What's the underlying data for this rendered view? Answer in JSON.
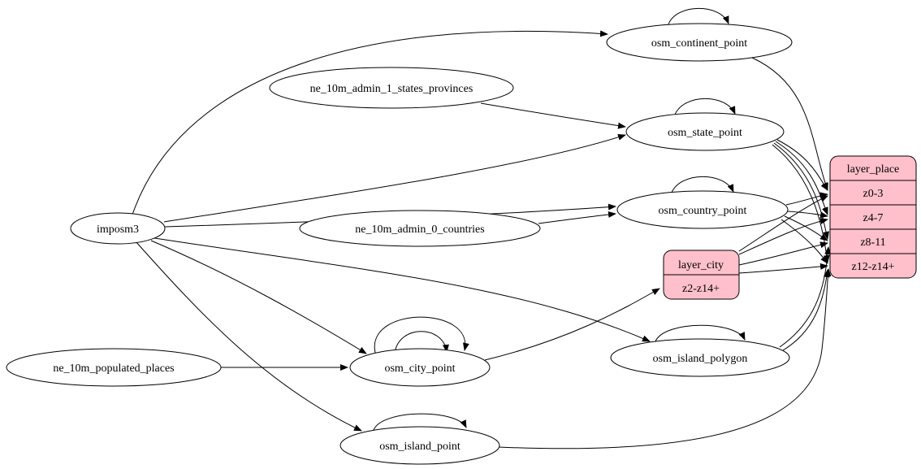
{
  "diagram": {
    "type": "etl-dependency-graph",
    "background_color": "#ffffff",
    "ellipse_fill": "#ffffff",
    "record_fill": "#ffc0cb",
    "line_color": "#000000",
    "nodes": [
      {
        "id": "imposm3",
        "shape": "ellipse",
        "label": "imposm3"
      },
      {
        "id": "ne_10m_admin_1_states_provinces",
        "shape": "ellipse",
        "label": "ne_10m_admin_1_states_provinces"
      },
      {
        "id": "ne_10m_admin_0_countries",
        "shape": "ellipse",
        "label": "ne_10m_admin_0_countries"
      },
      {
        "id": "ne_10m_populated_places",
        "shape": "ellipse",
        "label": "ne_10m_populated_places"
      },
      {
        "id": "osm_continent_point",
        "shape": "ellipse",
        "label": "osm_continent_point"
      },
      {
        "id": "osm_state_point",
        "shape": "ellipse",
        "label": "osm_state_point"
      },
      {
        "id": "osm_country_point",
        "shape": "ellipse",
        "label": "osm_country_point"
      },
      {
        "id": "osm_city_point",
        "shape": "ellipse",
        "label": "osm_city_point"
      },
      {
        "id": "osm_island_polygon",
        "shape": "ellipse",
        "label": "osm_island_polygon"
      },
      {
        "id": "osm_island_point",
        "shape": "ellipse",
        "label": "osm_island_point"
      },
      {
        "id": "layer_city",
        "shape": "record",
        "rows": [
          "layer_city",
          "z2-z14+"
        ]
      },
      {
        "id": "layer_place",
        "shape": "record",
        "rows": [
          "layer_place",
          "z0-3",
          "z4-7",
          "z8-11",
          "z12-z14+"
        ]
      }
    ],
    "edges": [
      {
        "from": "imposm3",
        "to": "osm_continent_point"
      },
      {
        "from": "imposm3",
        "to": "osm_state_point"
      },
      {
        "from": "imposm3",
        "to": "osm_country_point"
      },
      {
        "from": "imposm3",
        "to": "osm_city_point"
      },
      {
        "from": "imposm3",
        "to": "osm_island_polygon"
      },
      {
        "from": "imposm3",
        "to": "osm_island_point"
      },
      {
        "from": "ne_10m_admin_1_states_provinces",
        "to": "osm_state_point"
      },
      {
        "from": "ne_10m_admin_0_countries",
        "to": "osm_country_point"
      },
      {
        "from": "ne_10m_populated_places",
        "to": "osm_city_point"
      },
      {
        "from": "osm_continent_point",
        "to": "osm_continent_point",
        "note": "self-loop"
      },
      {
        "from": "osm_state_point",
        "to": "osm_state_point",
        "note": "self-loop"
      },
      {
        "from": "osm_country_point",
        "to": "osm_country_point",
        "note": "self-loop"
      },
      {
        "from": "osm_city_point",
        "to": "osm_city_point",
        "note": "self-loop-outer"
      },
      {
        "from": "osm_city_point",
        "to": "osm_city_point",
        "note": "self-loop-inner"
      },
      {
        "from": "osm_island_polygon",
        "to": "osm_island_polygon",
        "note": "self-loop"
      },
      {
        "from": "osm_island_point",
        "to": "osm_island_point",
        "note": "self-loop"
      },
      {
        "from": "osm_city_point",
        "to": "layer_city",
        "port": "z2-z14+"
      },
      {
        "from": "osm_continent_point",
        "to": "layer_place",
        "port": "z0-3"
      },
      {
        "from": "osm_state_point",
        "to": "layer_place",
        "port": "z0-3"
      },
      {
        "from": "osm_state_point",
        "to": "layer_place",
        "port": "z4-7"
      },
      {
        "from": "osm_state_point",
        "to": "layer_place",
        "port": "z8-11"
      },
      {
        "from": "osm_state_point",
        "to": "layer_place",
        "port": "z12-z14+"
      },
      {
        "from": "osm_country_point",
        "to": "layer_place",
        "port": "z0-3"
      },
      {
        "from": "osm_country_point",
        "to": "layer_place",
        "port": "z4-7"
      },
      {
        "from": "osm_country_point",
        "to": "layer_place",
        "port": "z8-11"
      },
      {
        "from": "osm_country_point",
        "to": "layer_place",
        "port": "z12-z14+"
      },
      {
        "from": "layer_city",
        "to": "layer_place",
        "port": "z0-3"
      },
      {
        "from": "layer_city",
        "to": "layer_place",
        "port": "z4-7"
      },
      {
        "from": "layer_city",
        "to": "layer_place",
        "port": "z8-11"
      },
      {
        "from": "layer_city",
        "to": "layer_place",
        "port": "z12-z14+"
      },
      {
        "from": "osm_island_polygon",
        "to": "layer_place",
        "port": "z8-11"
      },
      {
        "from": "osm_island_polygon",
        "to": "layer_place",
        "port": "z12-z14+"
      },
      {
        "from": "osm_island_point",
        "to": "layer_place",
        "port": "z12-z14+"
      }
    ]
  }
}
